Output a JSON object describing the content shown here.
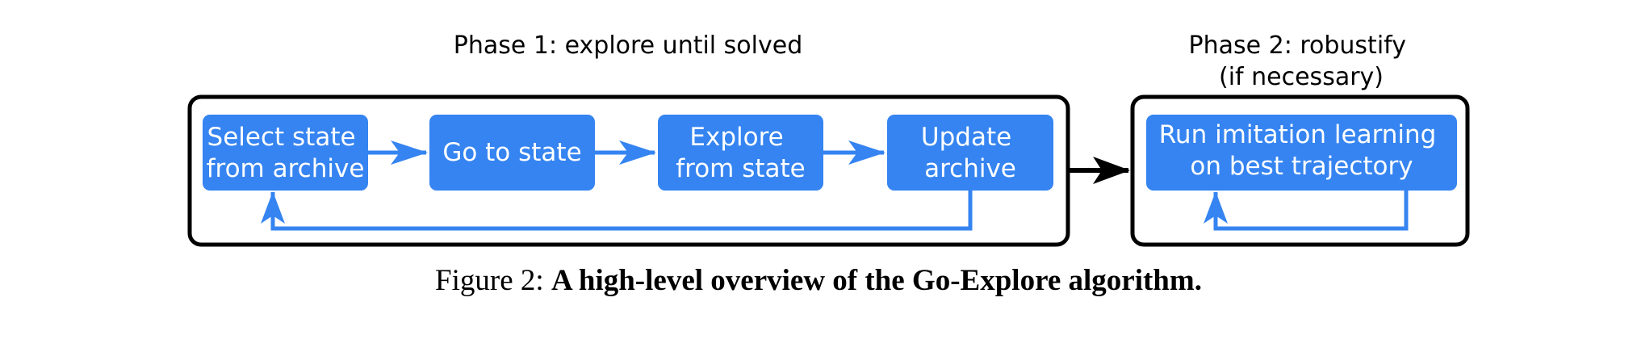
{
  "colors": {
    "node_fill": "#3584f1",
    "arrow": "#3584f1",
    "frame": "#000000",
    "text": "#ffffff"
  },
  "phase1": {
    "title": "Phase 1: explore until solved",
    "nodes": [
      {
        "lines": [
          "Select state",
          "from archive"
        ]
      },
      {
        "lines": [
          "Go to state"
        ]
      },
      {
        "lines": [
          "Explore",
          "from state"
        ]
      },
      {
        "lines": [
          "Update",
          "archive"
        ]
      }
    ]
  },
  "phase2": {
    "title_lines": [
      "Phase 2: robustify",
      "(if necessary)"
    ],
    "node": {
      "lines": [
        "Run imitation learning",
        "on best trajectory"
      ]
    }
  },
  "caption": {
    "label": "Figure 2:",
    "text": "A high-level overview of the Go-Explore algorithm."
  }
}
